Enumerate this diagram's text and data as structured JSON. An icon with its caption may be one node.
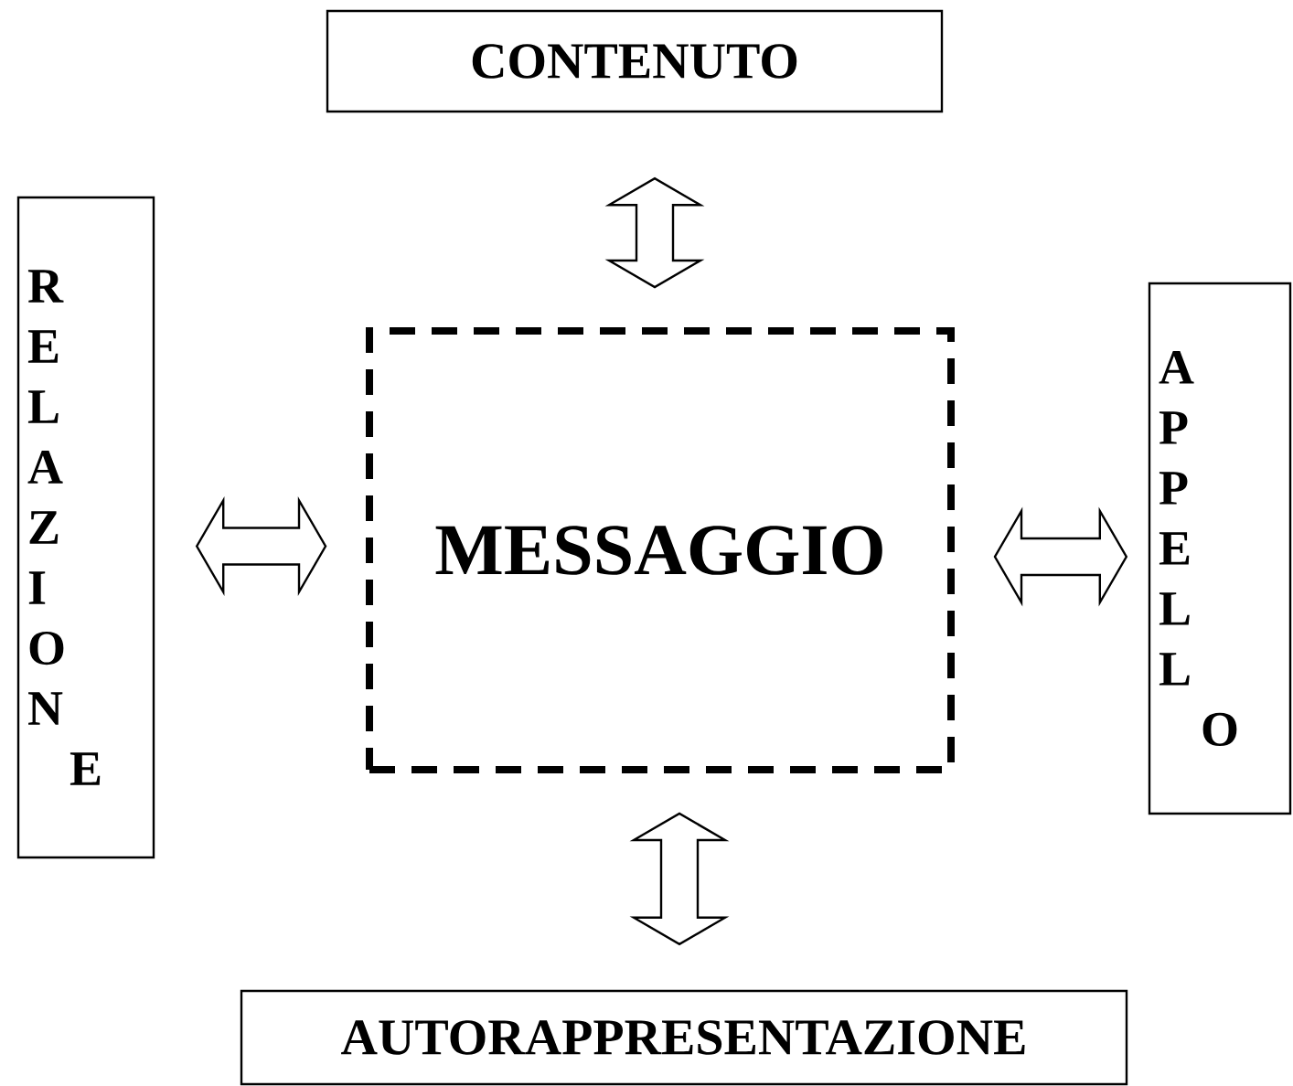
{
  "diagram": {
    "nodes": [
      {
        "text": [
          "MESSAGGIO"
        ]
      },
      {
        "text": [
          "CONTENUTO"
        ]
      },
      {
        "text": [
          "RELAZIONE"
        ]
      },
      {
        "text": [
          "APPELLO"
        ]
      },
      {
        "text": [
          "AUTORAPPRESENTAZIONE"
        ]
      }
    ],
    "edges": [
      {
        "from": 0,
        "to": 1,
        "arrow": "both"
      },
      {
        "from": 0,
        "to": 2,
        "arrow": "both"
      },
      {
        "from": 0,
        "to": 3,
        "arrow": "both"
      },
      {
        "from": 0,
        "to": 4,
        "arrow": "both"
      }
    ]
  }
}
